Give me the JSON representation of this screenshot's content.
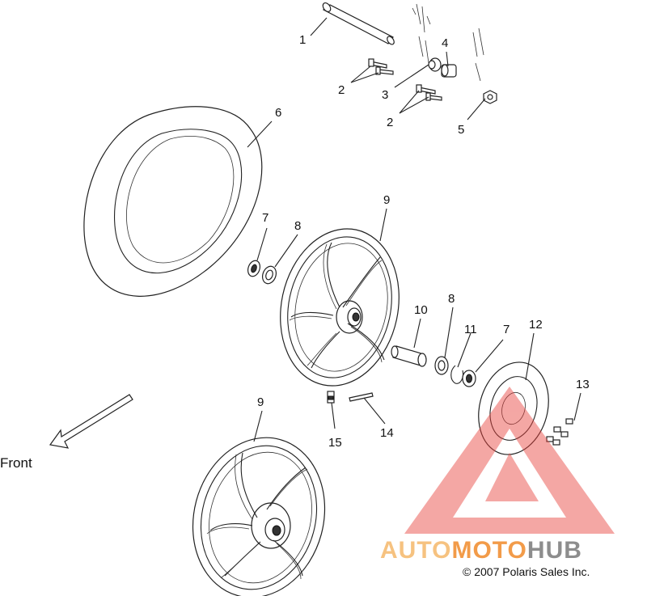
{
  "diagram": {
    "callouts": [
      {
        "id": "c1",
        "text": "1"
      },
      {
        "id": "c2a",
        "text": "2"
      },
      {
        "id": "c2b",
        "text": "2"
      },
      {
        "id": "c3",
        "text": "3"
      },
      {
        "id": "c4",
        "text": "4"
      },
      {
        "id": "c5",
        "text": "5"
      },
      {
        "id": "c6",
        "text": "6"
      },
      {
        "id": "c7a",
        "text": "7"
      },
      {
        "id": "c7b",
        "text": "7"
      },
      {
        "id": "c8a",
        "text": "8"
      },
      {
        "id": "c8b",
        "text": "8"
      },
      {
        "id": "c9a",
        "text": "9"
      },
      {
        "id": "c9b",
        "text": "9"
      },
      {
        "id": "c10",
        "text": "10"
      },
      {
        "id": "c11",
        "text": "11"
      },
      {
        "id": "c12",
        "text": "12"
      },
      {
        "id": "c13",
        "text": "13"
      },
      {
        "id": "c14",
        "text": "14"
      },
      {
        "id": "c15",
        "text": "15"
      }
    ],
    "front_label": "Front",
    "copyright": "© 2007 Polaris Sales Inc.",
    "watermark": {
      "text_part1": "AUTO",
      "text_part2": "MOTO",
      "text_part3": "HUB",
      "color_light": "#f5b86a",
      "color_mid": "#f08a2a",
      "color_dark": "#7a7a7a",
      "triangle_color": "#e8413c"
    }
  }
}
